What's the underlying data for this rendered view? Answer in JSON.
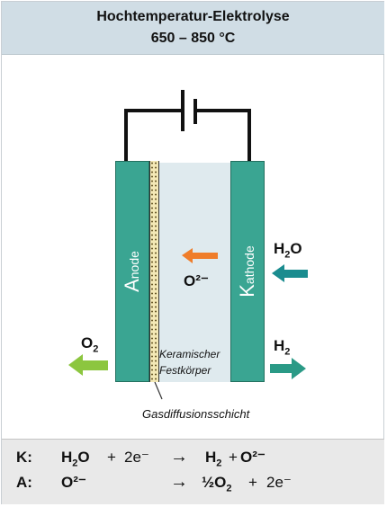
{
  "header": {
    "title": "Hochtemperatur-Elektrolyse",
    "subtitle": "650 – 850 °C"
  },
  "diagram": {
    "anode_cap": "A",
    "anode_rest": "node",
    "kathode_cap": "K",
    "kathode_rest": "athode",
    "ion_label": "O²⁻",
    "h2o": {
      "base": "H",
      "sub": "2",
      "tail": "O"
    },
    "o2": {
      "base": "O",
      "sub": "2"
    },
    "h2": {
      "base": "H",
      "sub": "2"
    },
    "electrolyte_label_1": "Keramischer",
    "electrolyte_label_2": "Festkörper",
    "gdl_label": "Gasdiffusionsschicht",
    "colors": {
      "electrode": "#3aa592",
      "ion_arrow": "#ef7d2a",
      "o2_arrow": "#8cc63f",
      "h2o_arrow": "#1a8c8f",
      "h2_arrow": "#2a9a86"
    }
  },
  "equations": {
    "k": {
      "label": "K:",
      "h2o": "H",
      "h2o_sub": "2",
      "h2o_tail": "O",
      "plus1": "+",
      "electrons": "2e⁻",
      "arrow": "→",
      "h2": "H",
      "h2_sub": "2",
      "plus2": "+",
      "o2ion": "O²⁻"
    },
    "a": {
      "label": "A:",
      "o2ion": "O²⁻",
      "arrow": "→",
      "half_o2": "½O",
      "half_o2_sub": "2",
      "plus": "+",
      "electrons": "2e⁻"
    }
  }
}
